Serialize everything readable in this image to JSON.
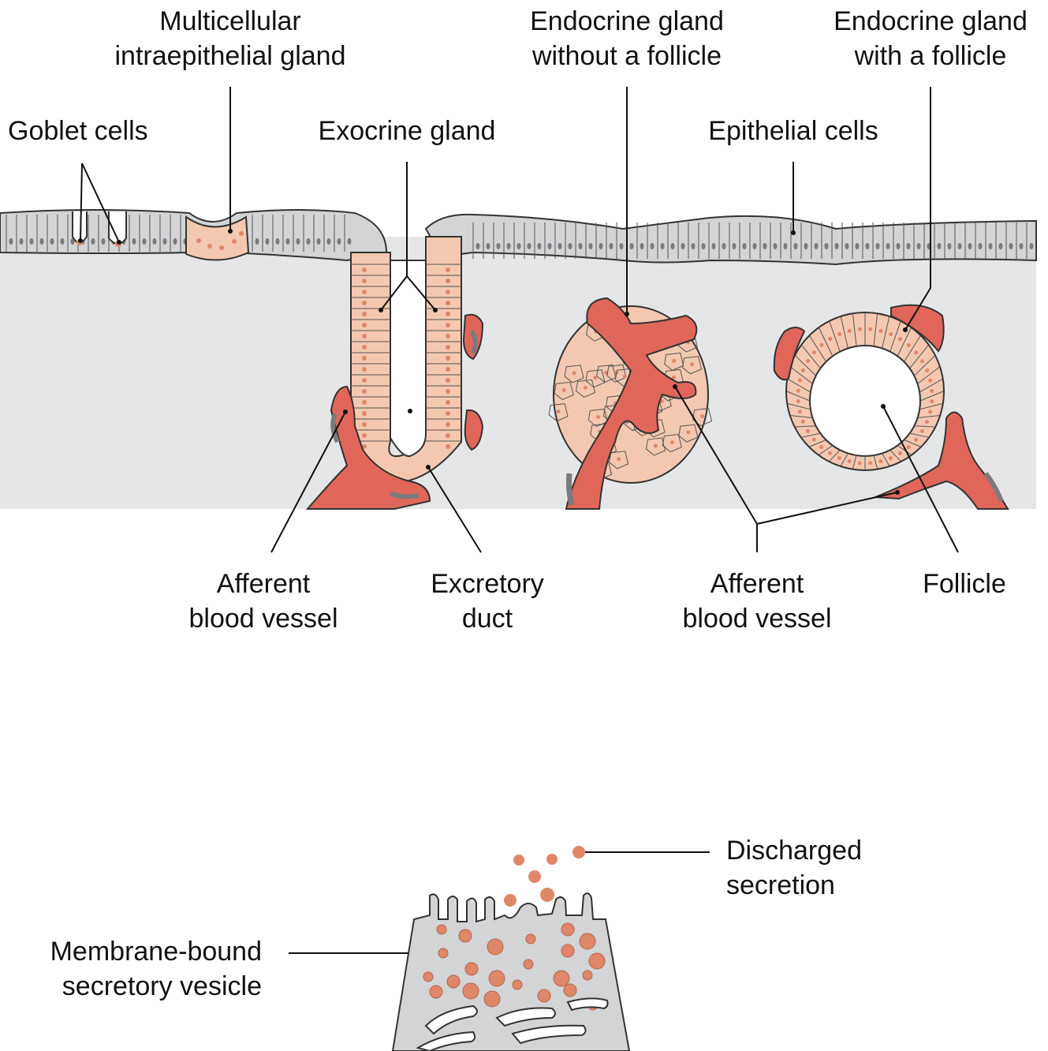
{
  "labels": {
    "goblet_cells": "Goblet cells",
    "multicellular_gland_line1": "Multicellular",
    "multicellular_gland_line2": "intraepithelial gland",
    "exocrine_gland": "Exocrine gland",
    "endocrine_without_line1": "Endocrine gland",
    "endocrine_without_line2": "without a follicle",
    "endocrine_with_line1": "Endocrine gland",
    "endocrine_with_line2": "with a follicle",
    "epithelial_cells": "Epithelial cells",
    "afferent_vessel_left_line1": "Afferent",
    "afferent_vessel_left_line2": "blood vessel",
    "excretory_duct_line1": "Excretory",
    "excretory_duct_line2": "duct",
    "afferent_vessel_right_line1": "Afferent",
    "afferent_vessel_right_line2": "blood vessel",
    "follicle": "Follicle",
    "discharged_secretion_line1": "Discharged",
    "discharged_secretion_line2": "secretion",
    "membrane_vesicle_line1": "Membrane-bound",
    "membrane_vesicle_line2": "secretory vesicle"
  },
  "colors": {
    "epithelium_gray": "#d2d4d6",
    "gland_cell_peach": "#f4c8b0",
    "nucleus_orange": "#e0876a",
    "vessel_red": "#e0665a",
    "vessel_dark": "#7b7b7b",
    "connective_tissue": "#e5e6e7",
    "outline": "#333333"
  }
}
